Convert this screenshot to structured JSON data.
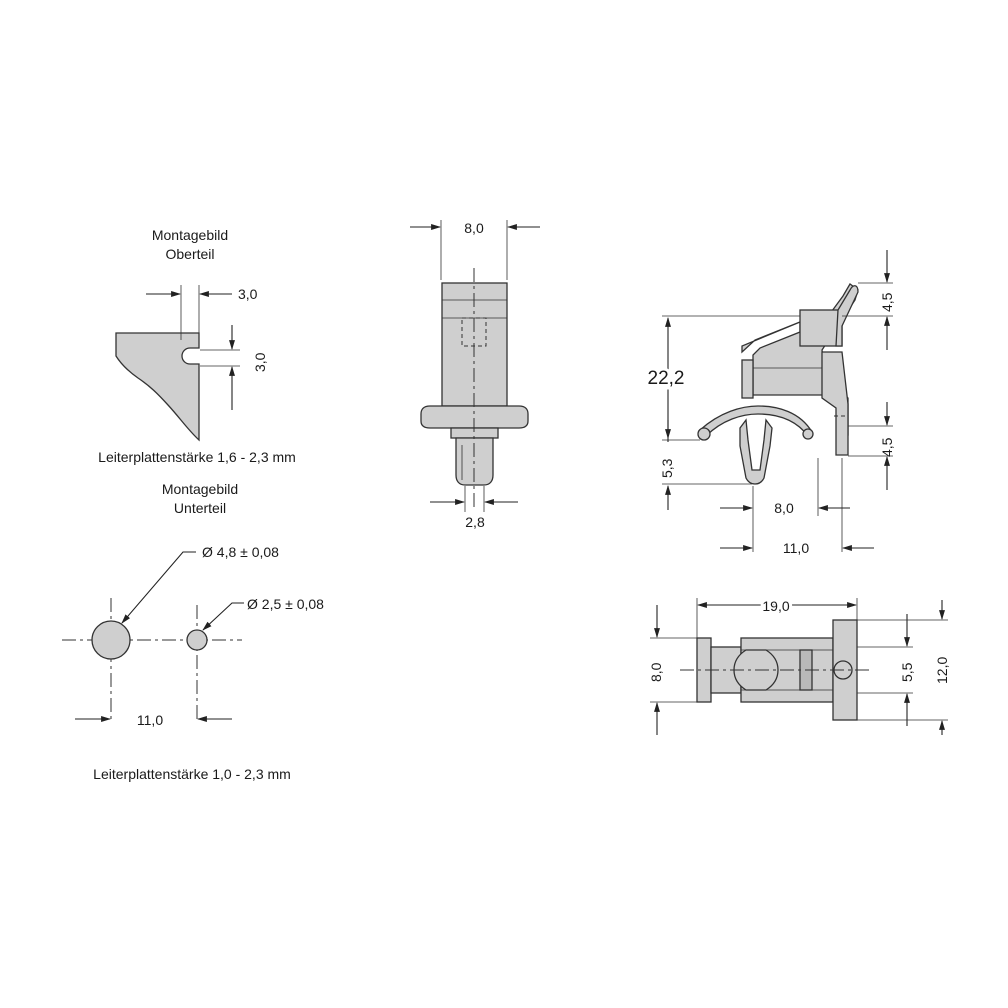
{
  "top_view": {
    "title_line1": "Montagebild",
    "title_line2": "Oberteil",
    "dim_slot_width": "3,0",
    "dim_slot_depth": "3,0",
    "caption": "Leiterplattenstärke 1,6 - 2,3 mm"
  },
  "bottom_view": {
    "title_line1": "Montagebild",
    "title_line2": "Unterteil",
    "dim_hole_large": "Ø 4,8 ± 0,08",
    "dim_hole_small": "Ø 2,5 ± 0,08",
    "dim_spacing": "11,0",
    "caption": "Leiterplattenstärke 1,0 - 2,3 mm"
  },
  "front_view": {
    "dim_width": "8,0",
    "dim_pin": "2,8"
  },
  "side_view": {
    "dim_height_total": "22,2",
    "dim_top": "4,5",
    "dim_bottom_right": "4,5",
    "dim_bottom_left": "5,3",
    "dim_inner": "8,0",
    "dim_outer": "11,0"
  },
  "plan_view": {
    "dim_length": "19,0",
    "dim_width": "8,0",
    "dim_inner": "5,5",
    "dim_outer": "12,0"
  },
  "colors": {
    "part_fill": "#cfcfcf",
    "line": "#222222"
  }
}
